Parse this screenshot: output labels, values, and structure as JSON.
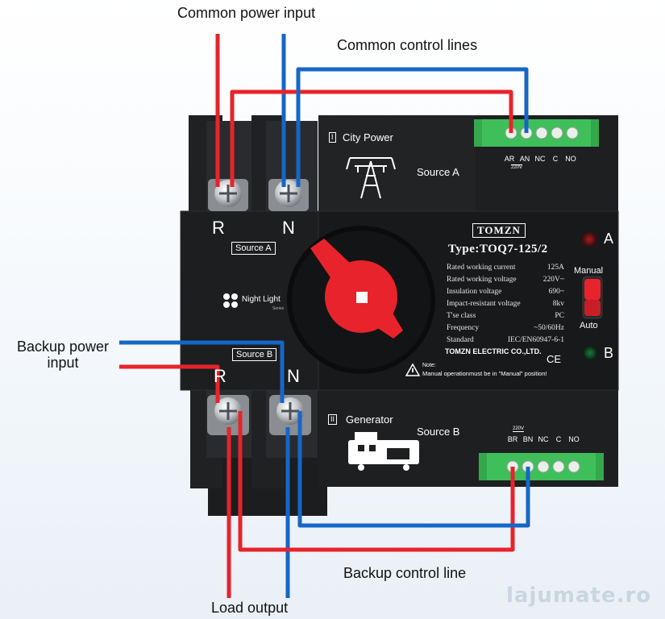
{
  "callouts": {
    "common_power_input": "Common power input",
    "common_control_lines": "Common control lines",
    "backup_power_input": "Backup power input",
    "backup_control_line": "Backup control line",
    "load_output": "Load output"
  },
  "device": {
    "brand": "TOMZN",
    "type": "Type:TOQ7-125/2",
    "specs": [
      {
        "name": "Rated working current",
        "value": "125A"
      },
      {
        "name": "Rated working voltage",
        "value": "220V~"
      },
      {
        "name": "Insulation voltage",
        "value": "690~"
      },
      {
        "name": "Impact-resistant voltage",
        "value": "8kv"
      },
      {
        "name": "T'se class",
        "value": "PC"
      },
      {
        "name": "Frequency",
        "value": "~50/60Hz"
      },
      {
        "name": "Standard",
        "value": "IEC/EN60947-6-1"
      }
    ],
    "company": "TOMZN ELECTRIC CO.,LTD.",
    "note_title": "Note:",
    "note_text": "Manual operationmust be in \"Manual\" position!",
    "ce": "CE",
    "night_light": "Night Light",
    "night_light_sub": "Series",
    "top_terminal_r": "R",
    "top_terminal_n": "N",
    "bottom_terminal_r": "R",
    "bottom_terminal_n": "N",
    "source_a_tag": "Source A",
    "source_b_tag": "Source B",
    "city_power_num": "I",
    "city_power": "City Power",
    "source_a_text": "Source A",
    "generator_num": "II",
    "generator": "Generator",
    "source_b_text": "Source B",
    "indicator_a": "A",
    "indicator_b": "B",
    "manual": "Manual",
    "auto": "Auto",
    "top_block_labels": [
      "AR",
      "AN",
      "NC",
      "C",
      "NO"
    ],
    "top_block_voltage": "220V",
    "bottom_block_labels": [
      "BR",
      "BN",
      "NC",
      "C",
      "NO"
    ],
    "bottom_block_voltage": "220V"
  },
  "watermark": "lajumate.ro",
  "colors": {
    "live_wire": "#e8232b",
    "neutral_wire": "#1666c8",
    "body": "#1b1c1e",
    "terminal_green": "#3fbf5a",
    "handle_red": "#e8232b"
  }
}
